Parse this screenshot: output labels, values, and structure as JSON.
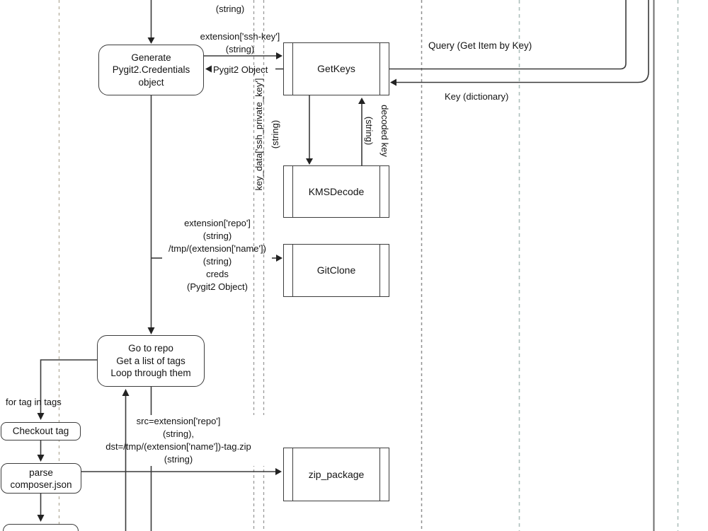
{
  "diagram": {
    "type": "sequence-flow-diagram",
    "background_color": "#ffffff",
    "line_color": "#3a3a3a",
    "lifeline_colors": {
      "tan_dashed": "#b9b2a3",
      "gray_dashed": "#969696",
      "teal_dashed": "#aebfbc",
      "solid_gray": "#6e6e6e"
    },
    "nodes": {
      "generate_credentials": "Generate\nPygit2.Credentials\nobject",
      "get_keys": "GetKeys",
      "kms_decode": "KMSDecode",
      "git_clone": "GitClone",
      "zip_package": "zip_package",
      "go_to_repo": "Go to repo\nGet a list of tags\nLoop through them",
      "checkout_tag": "Checkout tag",
      "parse_composer": "parse\ncomposer.json"
    },
    "edge_labels": {
      "top_string": "(string)",
      "ssh_key": "extension['ssh-key']\n(string)",
      "pygit2_object": "Pygit2 Object",
      "query": "Query (Get Item by Key)",
      "key_dictionary": "Key (dictionary)",
      "key_data": "key_data['ssh_private_key']\n(string)",
      "decoded_key": "decoded key\n(string)",
      "git_clone_args": "extension['repo']\n(string)\n/tmp/(extension['name'])\n(string)\ncreds\n(Pygit2 Object)",
      "for_tag": "for tag in tags",
      "zip_args": "src=extension['repo']\n(string),\ndst=/tmp/(extension['name'])-tag.zip\n(string)"
    }
  }
}
